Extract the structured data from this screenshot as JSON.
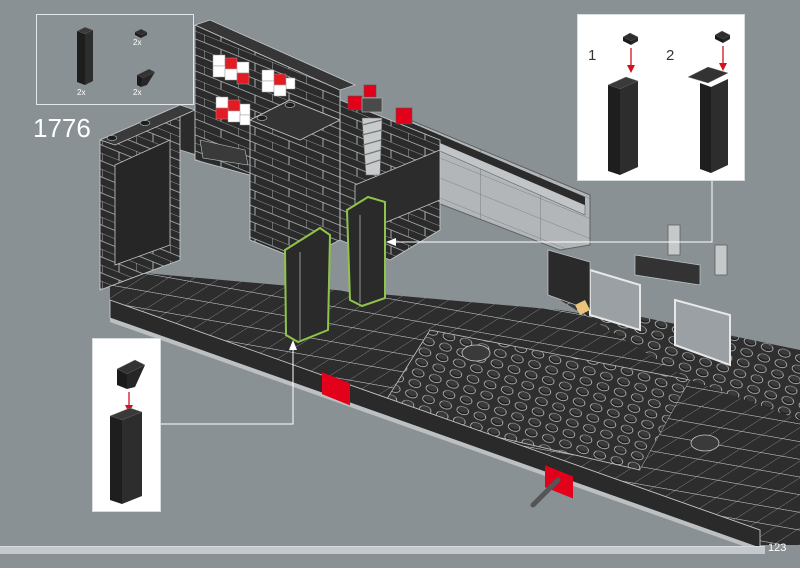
{
  "step": {
    "number": "1776",
    "parts_list": [
      {
        "part": "brick-1x2x5-black",
        "quantity": "2x"
      },
      {
        "part": "plate-1x1-black",
        "quantity": "2x"
      },
      {
        "part": "slope-inverted-1x2-black",
        "quantity": "2x"
      }
    ]
  },
  "callouts": {
    "top_right": {
      "sub_steps": [
        {
          "label": "1"
        },
        {
          "label": "2"
        }
      ]
    },
    "bottom_left": {}
  },
  "page": {
    "number": "123"
  },
  "colors": {
    "background": "#8a9195",
    "brick_black": "#2b2b2b",
    "brick_light_gray": "#b9bcbd",
    "highlight": "#8fc44a",
    "accent_red": "#e3001b",
    "arrow_red": "#d4121f"
  }
}
